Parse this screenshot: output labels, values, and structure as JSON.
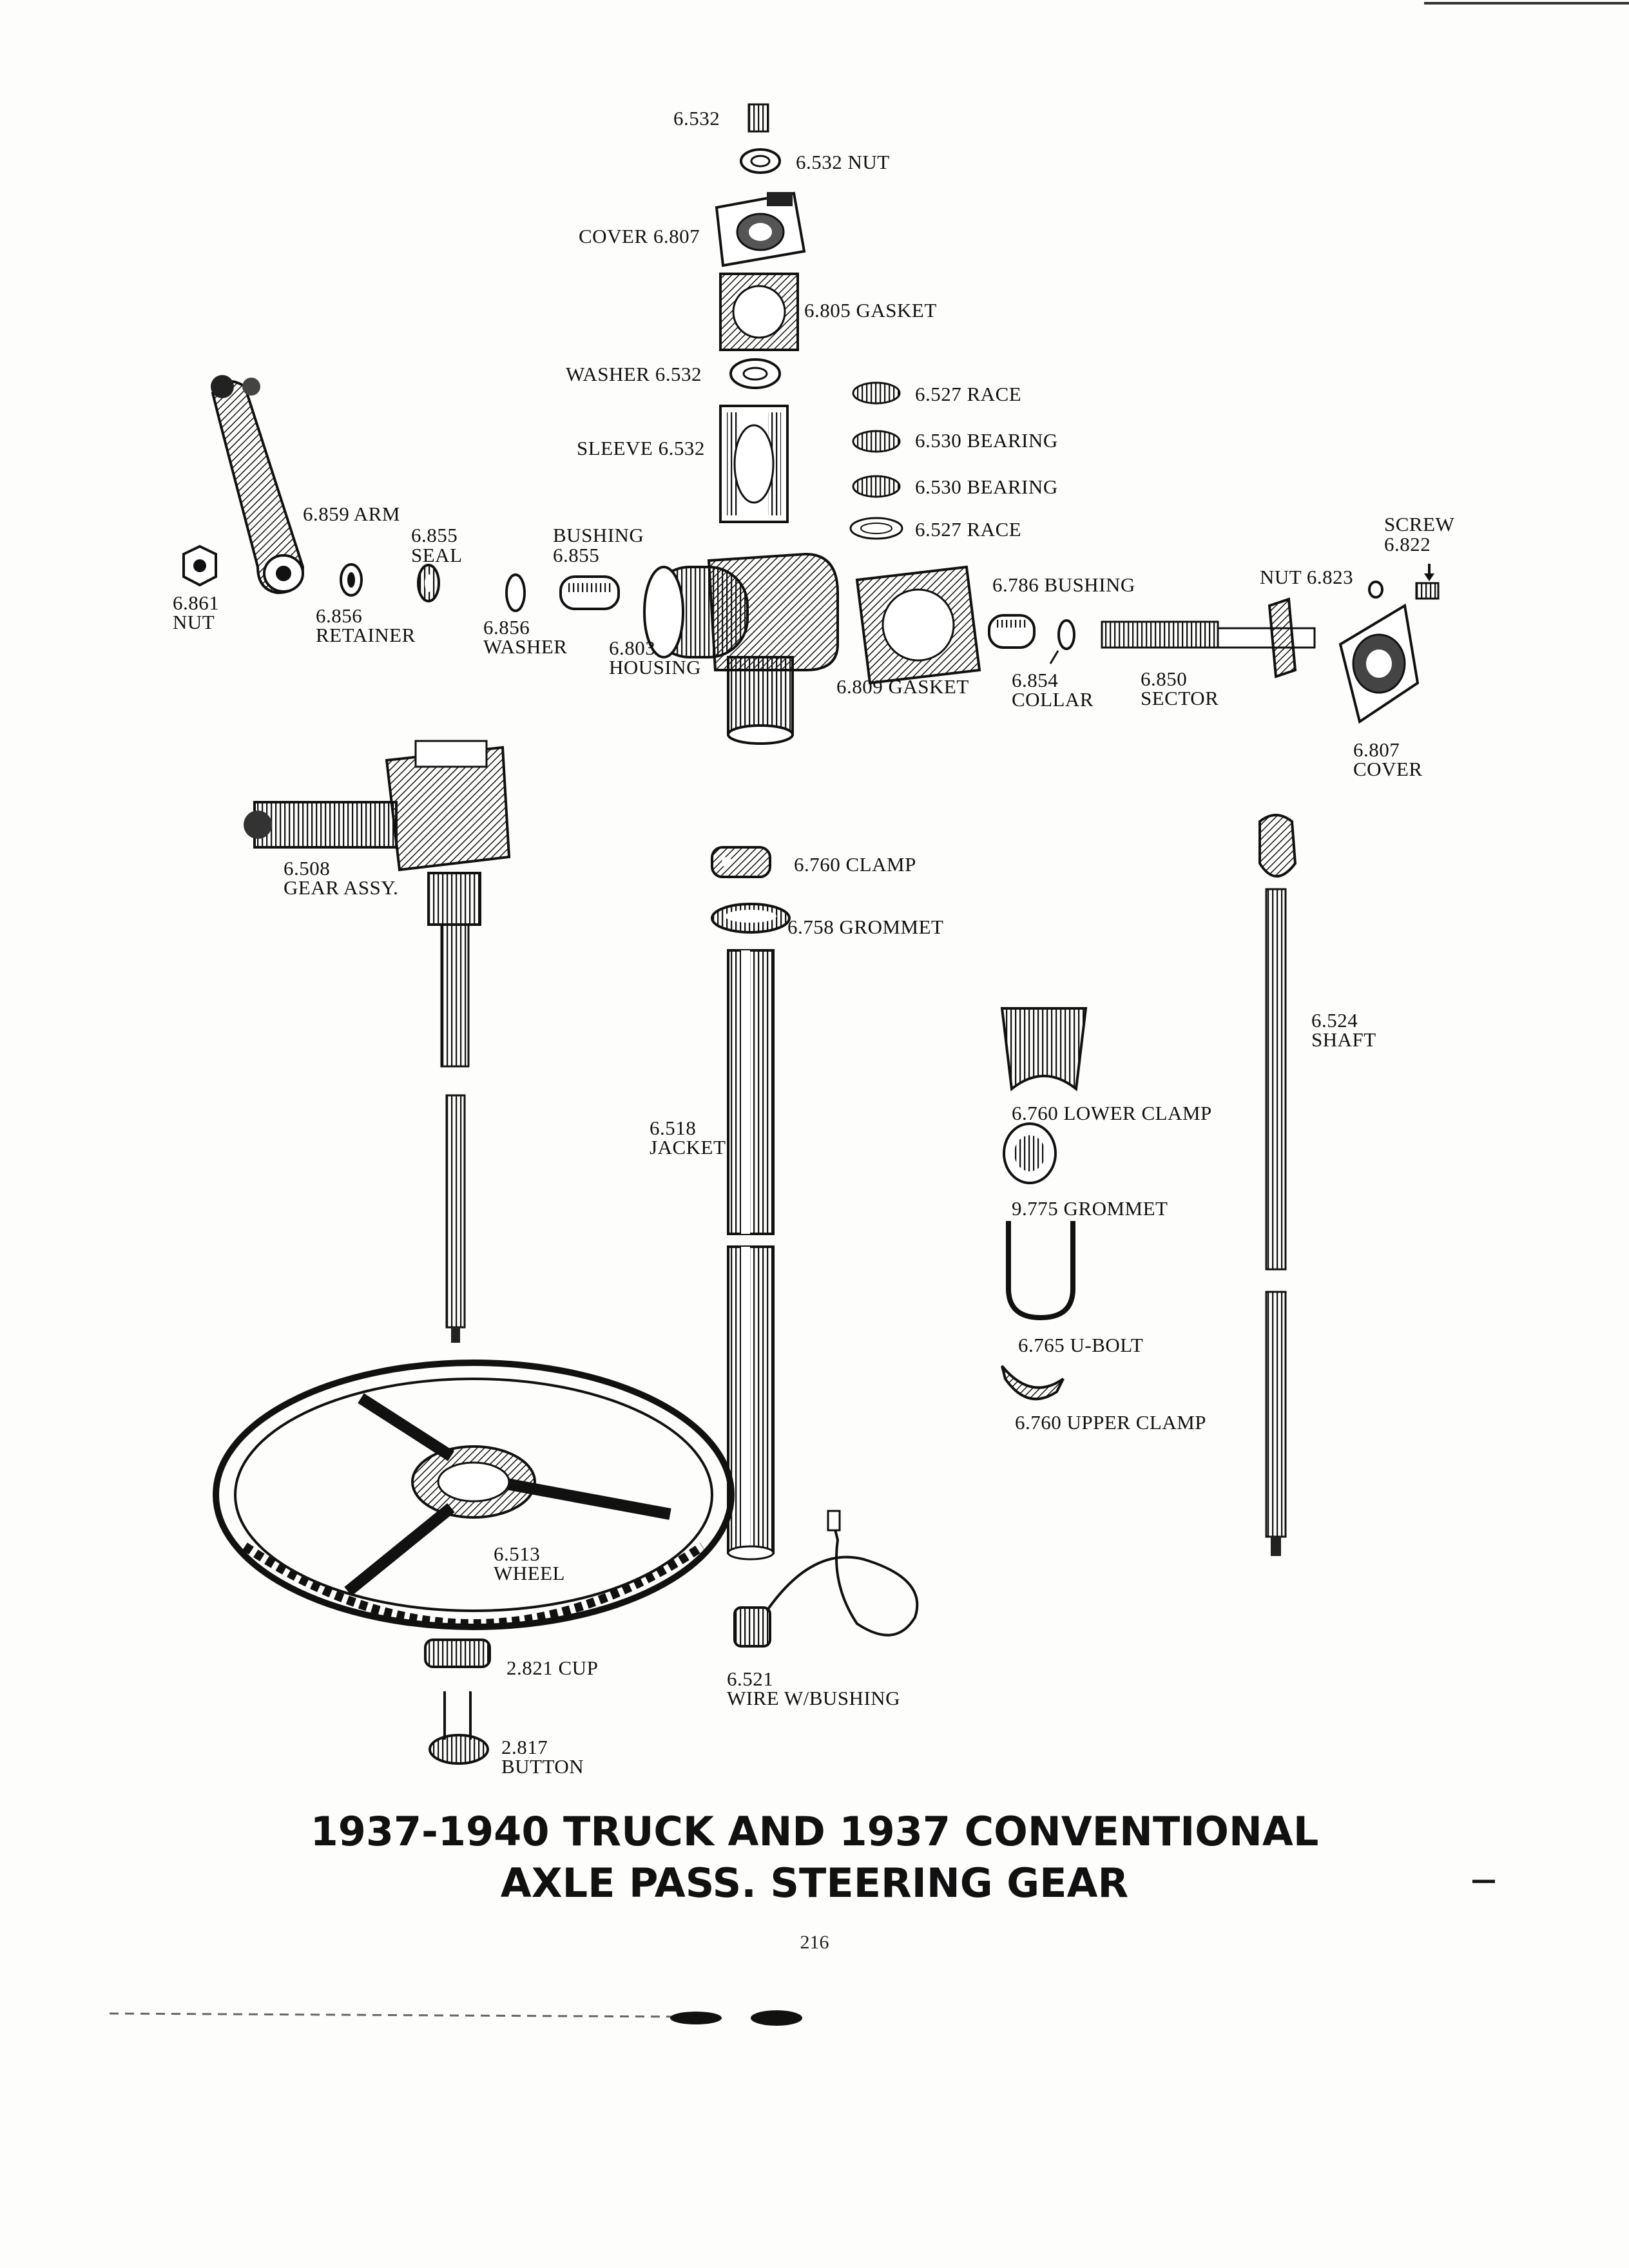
{
  "labels": {
    "p6532_top": "6.532",
    "p6532_nut": "6.532 NUT",
    "cover_top": "COVER 6.807",
    "gasket_top": "6.805 GASKET",
    "washer_top": "WASHER 6.532",
    "race_1": "6.527 RACE",
    "sleeve": "SLEEVE 6.532",
    "bearing_1": "6.530 BEARING",
    "bearing_2": "6.530 BEARING",
    "race_2": "6.527 RACE",
    "arm": "6.859 ARM",
    "seal_num": "6.855",
    "seal_name": "SEAL",
    "bushing_name": "BUSHING",
    "bushing_num": "6.855",
    "screw_name": "SCREW",
    "screw_num": "6.822",
    "nut_6823": "NUT 6.823",
    "nut_num": "6.861",
    "nut_name": "NUT",
    "retainer_num": "6.856",
    "retainer_name": "RETAINER",
    "washer_num": "6.856",
    "washer_name": "WASHER",
    "housing_num": "6.803",
    "housing_name": "HOUSING",
    "gasket_6809": "6.809 GASKET",
    "bushing_6786": "6.786 BUSHING",
    "collar_num": "6.854",
    "collar_name": "COLLAR",
    "sector_num": "6.850",
    "sector_name": "SECTOR",
    "cover_num": "6.807",
    "cover_name": "COVER",
    "gear_num": "6.508",
    "gear_name": "GEAR ASSY.",
    "clamp": "6.760 CLAMP",
    "grommet_6758": "6.758 GROMMET",
    "shaft_num": "6.524",
    "shaft_name": "SHAFT",
    "jacket_num": "6.518",
    "jacket_name": "JACKET",
    "lower_clamp": "6.760 LOWER CLAMP",
    "grommet_9775": "9.775 GROMMET",
    "ubolt": "6.765 U-BOLT",
    "upper_clamp": "6.760 UPPER CLAMP",
    "wheel_num": "6.513",
    "wheel_name": "WHEEL",
    "cup": "2.821 CUP",
    "wire_num": "6.521",
    "wire_name": "WIRE W/BUSHING",
    "button_num": "2.817",
    "button_name": "BUTTON"
  },
  "title": {
    "line1": "1937-1940 TRUCK AND 1937 CONVENTIONAL",
    "line2": "AXLE PASS. STEERING GEAR"
  },
  "page_number": "216"
}
